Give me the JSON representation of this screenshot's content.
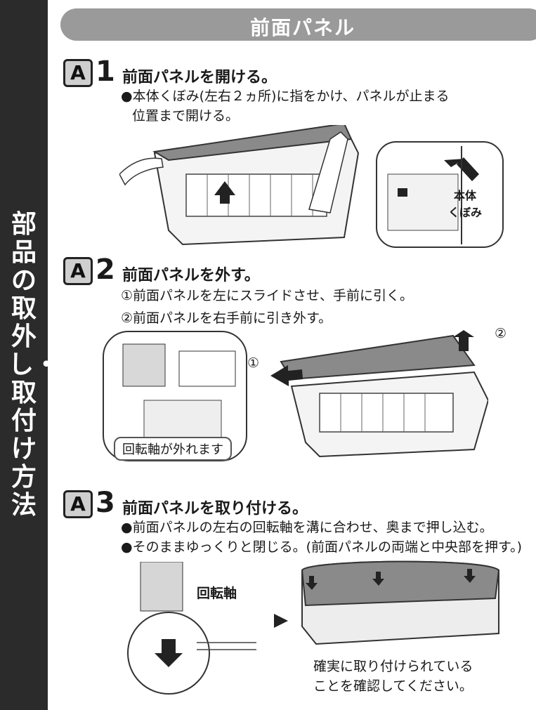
{
  "sidebar": {
    "title": "部品の取外し・取付け方法"
  },
  "header": {
    "title": "前面パネル"
  },
  "steps": [
    {
      "badge": "A",
      "number": "1",
      "title": "前面パネルを開ける。",
      "lines": [
        "●本体くぼみ(左右２ヵ所)に指をかけ、パネルが止まる",
        "位置まで開ける。"
      ],
      "callout": [
        "本体",
        "くぼみ"
      ]
    },
    {
      "badge": "A",
      "number": "2",
      "title": "前面パネルを外す。",
      "lines": [
        "①前面パネルを左にスライドさせ、手前に引く。",
        "②前面パネルを右手前に引き外す。"
      ],
      "callout_label": "回転軸が外れます",
      "marker_1": "①",
      "marker_2": "②"
    },
    {
      "badge": "A",
      "number": "3",
      "title": "前面パネルを取り付ける。",
      "lines": [
        "●前面パネルの左右の回転軸を溝に合わせ、奥まで押し込む。",
        "●そのままゆっくりと閉じる。(前面パネルの両端と中央部を押す。)"
      ],
      "callout_label": "回転軸",
      "note": [
        "確実に取り付けられている",
        "ことを確認してください。"
      ]
    }
  ]
}
